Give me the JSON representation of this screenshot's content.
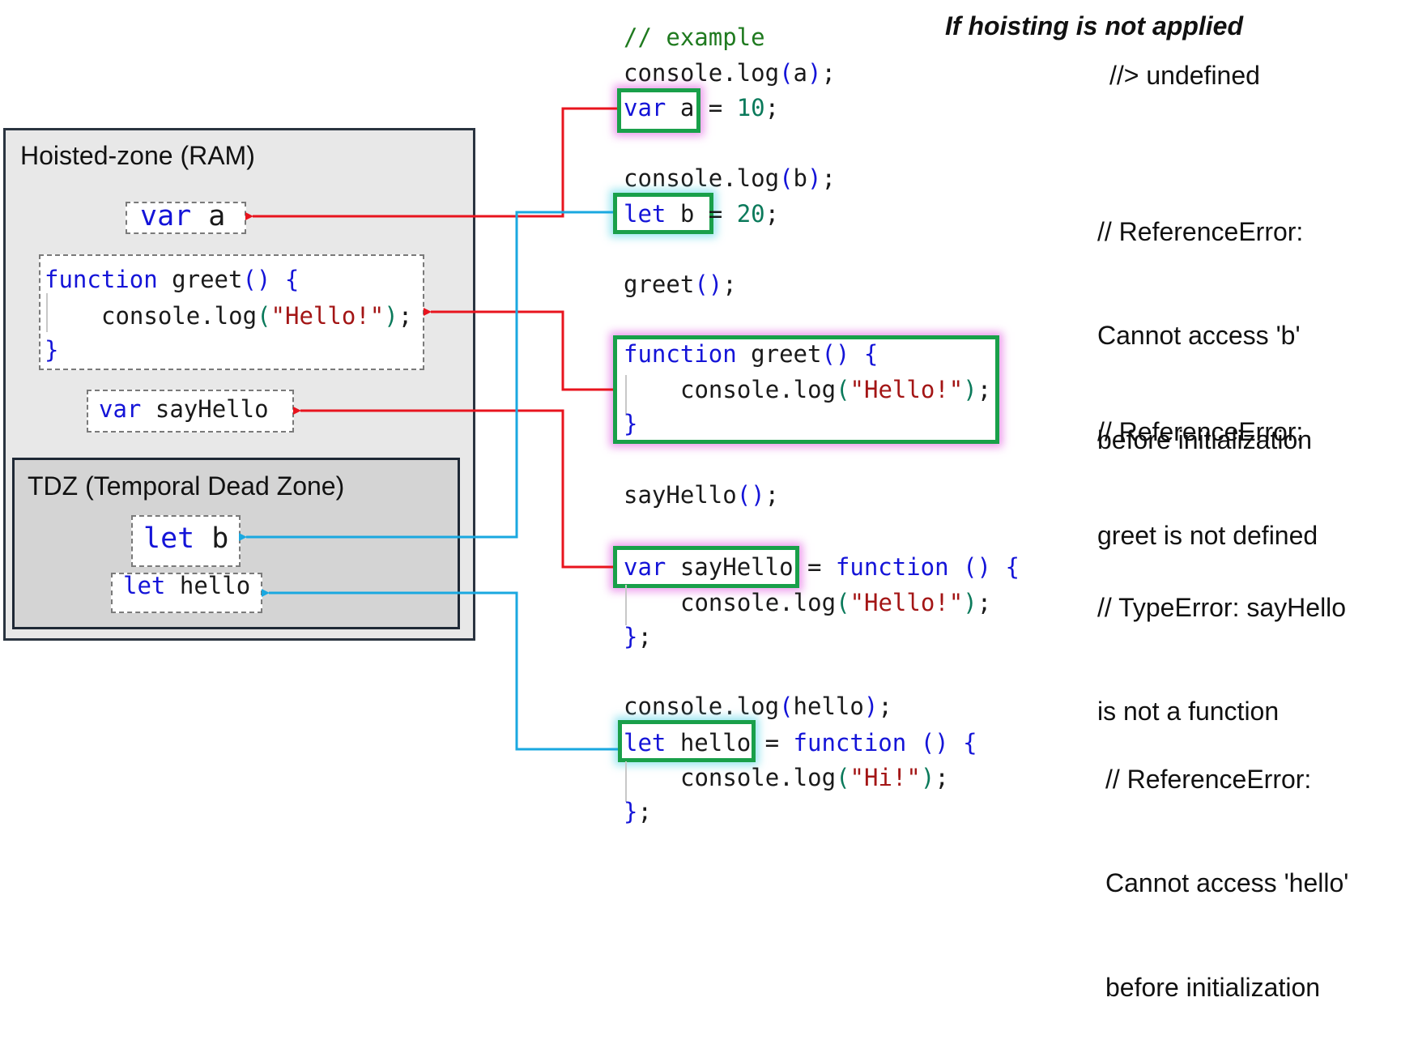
{
  "heading": "If hoisting is not applied",
  "panels": {
    "hoisted_title": "Hoisted-zone (RAM)",
    "tdz_title": "TDZ (Temporal Dead Zone)"
  },
  "hoisted": {
    "var_a": {
      "kw": "var",
      "name": "a"
    },
    "greet": {
      "kw": "function",
      "sig": " greet",
      "paren": "()",
      "brace": " {",
      "body_pre": "console.log",
      "lp": "(",
      "str": "\"Hello!\"",
      "rp": ")",
      "semi": ";",
      "close": "}"
    },
    "var_sayhello": {
      "kw": "var",
      "name": "sayHello"
    }
  },
  "tdz": {
    "let_b": {
      "kw": "let",
      "name": "b"
    },
    "let_hello": {
      "kw": "let",
      "name": "hello"
    }
  },
  "code": {
    "comment": "// example",
    "l1": {
      "pre": "console.log",
      "lp": "(",
      "arg": "a",
      "rp": ")",
      "semi": ";"
    },
    "l2": {
      "kw": "var",
      "name": " a",
      "eq": " = ",
      "num": "10",
      "semi": ";"
    },
    "l3": {
      "pre": "console.log",
      "lp": "(",
      "arg": "b",
      "rp": ")",
      "semi": ";"
    },
    "l4": {
      "kw": "let",
      "name": " b",
      "eq": " = ",
      "num": "20",
      "semi": ";"
    },
    "l5": {
      "pre": "greet",
      "paren": "()",
      "semi": ";"
    },
    "l6": {
      "kw": "function",
      "sig": " greet",
      "paren": "()",
      "brace": " {"
    },
    "l7": {
      "pre": "console.log",
      "lp": "(",
      "str": "\"Hello!\"",
      "rp": ")",
      "semi": ";"
    },
    "l8": {
      "close": "}"
    },
    "l9": {
      "pre": "sayHello",
      "paren": "()",
      "semi": ";"
    },
    "l10": {
      "kw": "var",
      "name": " sayHello",
      "eq": " = ",
      "kw2": "function",
      "paren": " ()",
      "brace": " {"
    },
    "l11": {
      "pre": "console.log",
      "lp": "(",
      "str": "\"Hello!\"",
      "rp": ")",
      "semi": ";"
    },
    "l12": {
      "close": "}",
      "semi": ";"
    },
    "l13": {
      "pre": "console.log",
      "lp": "(",
      "arg": "hello",
      "rp": ")",
      "semi": ";"
    },
    "l14": {
      "kw": "let",
      "name": " hello",
      "eq": " = ",
      "kw2": "function",
      "paren": " ()",
      "brace": " {"
    },
    "l15": {
      "pre": "console.log",
      "lp": "(",
      "str": "\"Hi!\"",
      "rp": ")",
      "semi": ";"
    },
    "l16": {
      "close": "}",
      "semi": ";"
    }
  },
  "notes": {
    "n1": "//> undefined",
    "n2": [
      "// ReferenceError:",
      "Cannot access 'b'",
      "before initialization"
    ],
    "n3": [
      "// ReferenceError:",
      "greet is not defined"
    ],
    "n4": [
      "// TypeError: sayHello",
      "is not a function"
    ],
    "n5": [
      "// ReferenceError:",
      "Cannot access 'hello'",
      "before initialization"
    ]
  },
  "colors": {
    "arrow_var": "#e8141e",
    "arrow_let": "#1aa8e0",
    "highlight": "#19a04a",
    "keyword": "#1414d8",
    "string": "#a31515",
    "number": "#0b7a5b",
    "comment": "#1f7a1f"
  }
}
